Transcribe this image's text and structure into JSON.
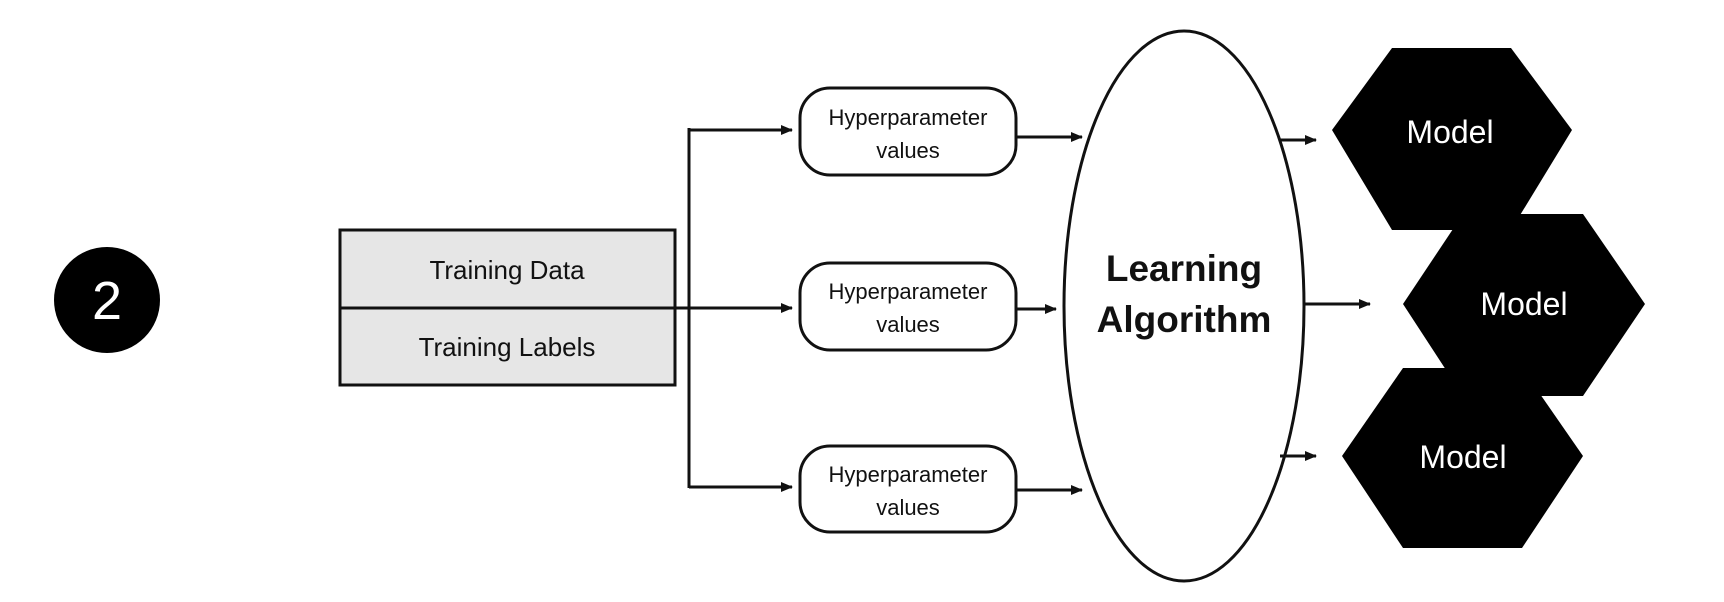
{
  "step": {
    "number": "2"
  },
  "training": {
    "data_label": "Training Data",
    "labels_label": "Training Labels",
    "fill_color": "#e6e6e6"
  },
  "hyperparameters": [
    {
      "line1": "Hyperparameter",
      "line2": "values"
    },
    {
      "line1": "Hyperparameter",
      "line2": "values"
    },
    {
      "line1": "Hyperparameter",
      "line2": "values"
    }
  ],
  "algorithm": {
    "line1": "Learning",
    "line2": "Algorithm"
  },
  "models": [
    {
      "label": "Model"
    },
    {
      "label": "Model"
    },
    {
      "label": "Model"
    }
  ],
  "colors": {
    "stroke": "#111111",
    "model_fill": "#000000",
    "step_fill": "#000000"
  }
}
